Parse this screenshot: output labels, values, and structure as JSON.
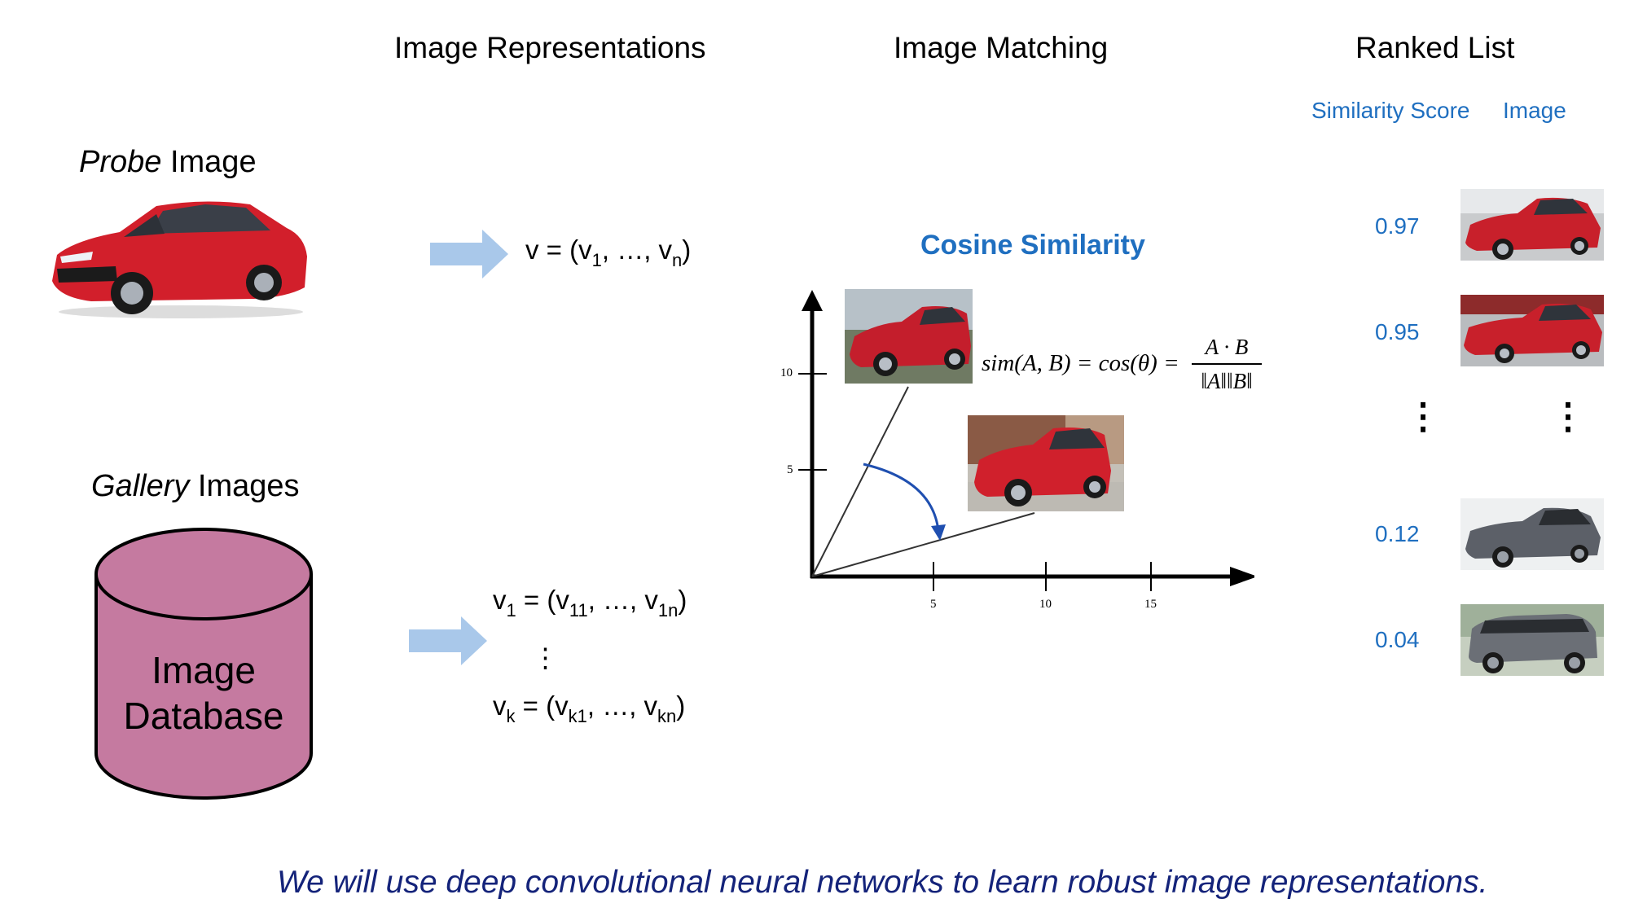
{
  "headers": {
    "representations": "Image Representations",
    "matching": "Image Matching",
    "ranked": "Ranked List"
  },
  "ranked_subheaders": {
    "score": "Similarity Score",
    "image": "Image"
  },
  "probe": {
    "label_em": "Probe",
    "label_rest": " Image",
    "vector": {
      "lhs": "v = (v",
      "s1": "1",
      "mid": ", …, v",
      "s2": "n",
      "rhs": ")"
    }
  },
  "gallery": {
    "label_em": "Gallery",
    "label_rest": " Images",
    "db_line1": "Image",
    "db_line2": "Database",
    "vec1": {
      "a": "v",
      "a_sub": "1",
      "b": " = (v",
      "b_sub": "11",
      "c": ", …, v",
      "c_sub": "1n",
      "d": ")"
    },
    "vdots": "⋮",
    "veck": {
      "a": "v",
      "a_sub": "k",
      "b": " = (v",
      "b_sub": "k1",
      "c": ", …, v",
      "c_sub": "kn",
      "d": ")"
    }
  },
  "cosine": {
    "title": "Cosine Similarity",
    "formula_lhs": "sim(A, B) = cos(θ) =",
    "numerator": "A · B",
    "denominator": "‖A‖‖B‖",
    "axis_ticks_y": [
      "10",
      "5"
    ],
    "axis_ticks_x": [
      "5",
      "10",
      "15"
    ]
  },
  "ranked_list": [
    {
      "score": "0.97",
      "car_color": "#c8202b"
    },
    {
      "score": "0.95",
      "car_color": "#c8202b"
    },
    {
      "score": "0.12",
      "car_color": "#5c6068"
    },
    {
      "score": "0.04",
      "car_color": "#6b6f76"
    }
  ],
  "ranked_dots": "⋮",
  "colors": {
    "arrow": "#a9c8ea",
    "database_fill": "#c57aa0",
    "accent_blue": "#1f6fc0",
    "footer_blue": "#14237a"
  },
  "footer": "We will use deep convolutional neural networks to learn robust image representations."
}
